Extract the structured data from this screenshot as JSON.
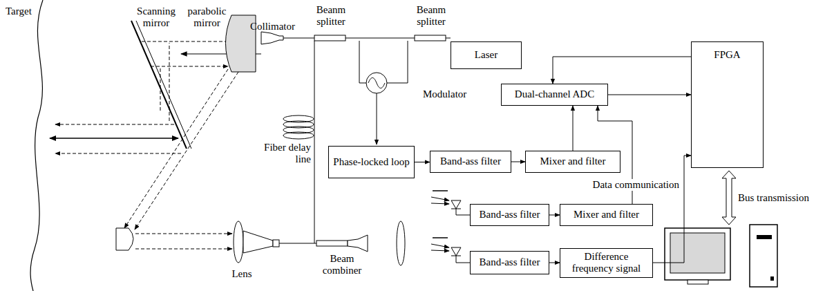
{
  "diagram": {
    "nodes": [
      {
        "text": [
          "Laser"
        ]
      },
      {
        "text": [
          "Dual-channel ADC"
        ]
      },
      {
        "text": [
          "FPGA"
        ]
      },
      {
        "text": [
          "Phase-locked loop"
        ]
      },
      {
        "text": [
          "Band-ass filter"
        ]
      },
      {
        "text": [
          "Mixer and filter"
        ]
      },
      {
        "text": [
          "Band-ass filter"
        ]
      },
      {
        "text": [
          "Mixer and filter"
        ]
      },
      {
        "text": [
          "Band-ass filter"
        ]
      },
      {
        "text": [
          "Difference frequency signal"
        ]
      }
    ],
    "edges": [
      {
        "from": 3,
        "to": 4,
        "arrow": "to"
      },
      {
        "from": 4,
        "to": 5,
        "arrow": "to"
      },
      {
        "from": 5,
        "to": 1,
        "arrow": "to"
      },
      {
        "from": 7,
        "to": 1,
        "arrow": "to"
      },
      {
        "from": 6,
        "to": 7,
        "arrow": "to"
      },
      {
        "from": 8,
        "to": 9,
        "arrow": "to"
      },
      {
        "from": 9,
        "to": 2,
        "arrow": "to"
      },
      {
        "from": 1,
        "to": 2,
        "arrow": "to"
      },
      {
        "from": 2,
        "to": 1,
        "arrow": "to"
      }
    ],
    "labels": [
      "Target",
      "Scanning mirror",
      "parabolic mirror",
      "Collimator",
      "Beanm splitter",
      "Beanm splitter",
      "Modulator",
      "Fiber delay line",
      "Lens",
      "Beam combiner",
      "Data communication",
      "Bus transmission"
    ]
  }
}
